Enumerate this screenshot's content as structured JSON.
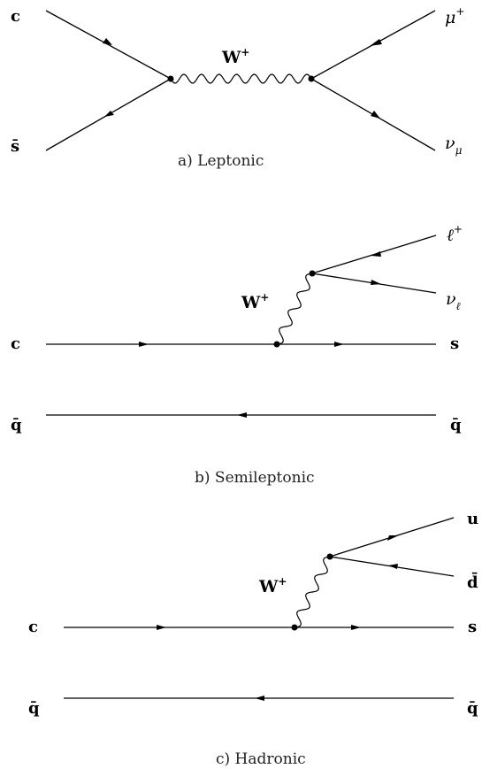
{
  "panels": {
    "a": {
      "caption": "a) Leptonic",
      "boson": "W",
      "boson_sup": "+",
      "in_top": "c",
      "in_bottom": "s̄",
      "out_top": "μ",
      "out_top_sup": "+",
      "out_bottom": "ν",
      "out_bottom_sub": "μ"
    },
    "b": {
      "caption": "b) Semileptonic",
      "boson": "W",
      "boson_sup": "+",
      "in_quark": "c",
      "out_quark": "s",
      "spectator_in": "q̄",
      "spectator_out": "q̄",
      "lep_top": "ℓ",
      "lep_top_sup": "+",
      "lep_bottom": "ν",
      "lep_bottom_sub": "ℓ"
    },
    "c": {
      "caption": "c) Hadronic",
      "boson": "W",
      "boson_sup": "+",
      "in_quark": "c",
      "out_quark": "s",
      "spectator_in": "q̄",
      "spectator_out": "q̄",
      "had_top": "u",
      "had_bottom": "d̄"
    }
  }
}
